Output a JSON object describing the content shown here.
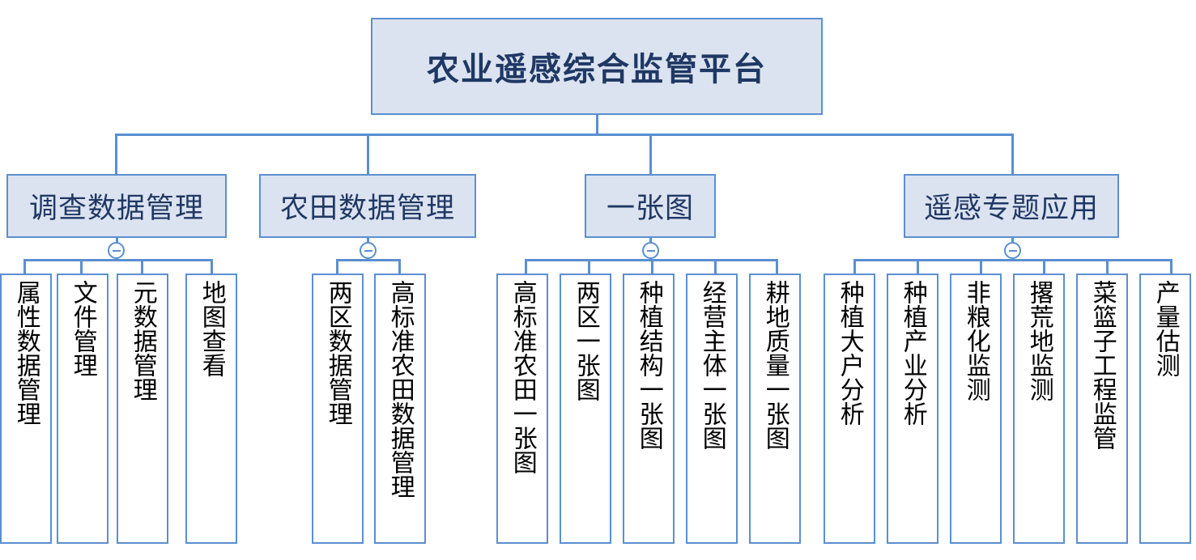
{
  "diagram": {
    "type": "organization-tree",
    "title": "农业遥感综合监管平台",
    "colors": {
      "node_fill": "#dce3f0",
      "node_border": "#5b8fd0",
      "leaf_fill": "#ffffff",
      "title_text": "#1f3864",
      "connector": "#5b8fd0"
    },
    "root": {
      "label": "农业遥感综合监管平台"
    },
    "collapse_icon": "minus-circle-icon",
    "branches": [
      {
        "label": "调查数据管理",
        "collapsed": false,
        "children": [
          {
            "label": "属性数据管理"
          },
          {
            "label": "文件管理"
          },
          {
            "label": "元数据管理"
          },
          {
            "label": "地图查看"
          }
        ]
      },
      {
        "label": "农田数据管理",
        "collapsed": false,
        "children": [
          {
            "label": "两区数据管理"
          },
          {
            "label": "高标准农田数据管理"
          }
        ]
      },
      {
        "label": "一张图",
        "collapsed": false,
        "children": [
          {
            "label": "高标准农田一张图"
          },
          {
            "label": "两区一张图"
          },
          {
            "label": "种植结构一张图"
          },
          {
            "label": "经营主体一张图"
          },
          {
            "label": "耕地质量一张图"
          }
        ]
      },
      {
        "label": "遥感专题应用",
        "collapsed": false,
        "children": [
          {
            "label": "种植大户分析"
          },
          {
            "label": "种植产业分析"
          },
          {
            "label": "非粮化监测"
          },
          {
            "label": "撂荒地监测"
          },
          {
            "label": "菜篮子工程监管"
          },
          {
            "label": "产量估测"
          }
        ]
      }
    ]
  }
}
